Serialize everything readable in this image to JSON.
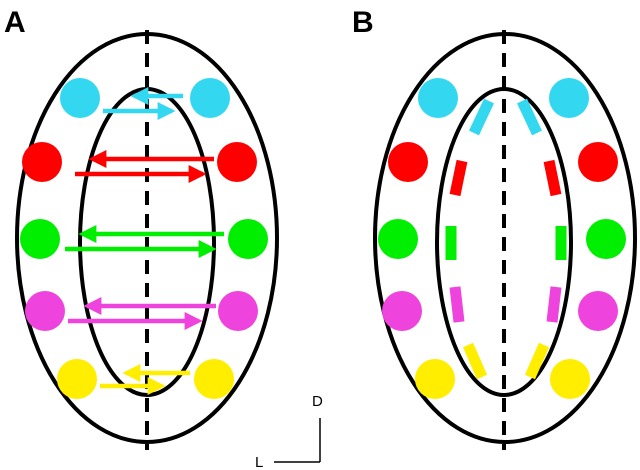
{
  "panels": [
    {
      "label": "A"
    },
    {
      "label": "B"
    }
  ],
  "orientation": {
    "dorsal_label": "D",
    "lateral_label": "L"
  },
  "colors": {
    "cyan": "#33d8f0",
    "red": "#ff0000",
    "green": "#00ee00",
    "magenta": "#ee44dd",
    "yellow": "#ffee00",
    "outline": "#000000"
  },
  "rows": [
    "cyan",
    "red",
    "green",
    "magenta",
    "yellow"
  ]
}
